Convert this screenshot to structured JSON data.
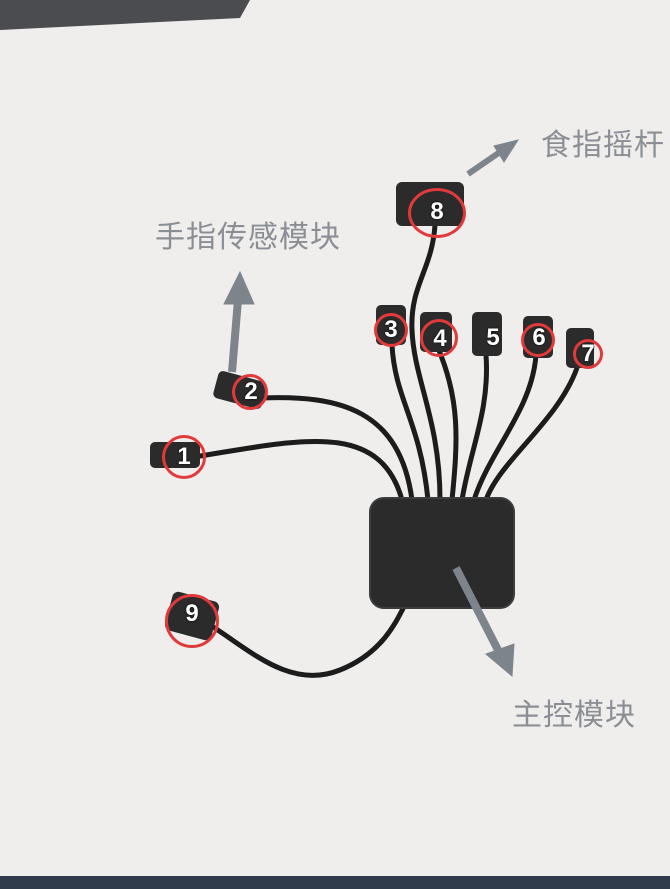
{
  "labels": {
    "index_joystick": "食指摇杆",
    "finger_sensor_module": "手指传感模块",
    "main_control_module": "主控模块"
  },
  "sensor_numbers": [
    "1",
    "2",
    "3",
    "4",
    "5",
    "6",
    "7",
    "8",
    "9"
  ],
  "colors": {
    "background": "#efeeec",
    "label_text": "#8b8f95",
    "highlight_ring": "#e2393a",
    "device_body": "#2b2b2b",
    "arrow": "#7e848c"
  }
}
